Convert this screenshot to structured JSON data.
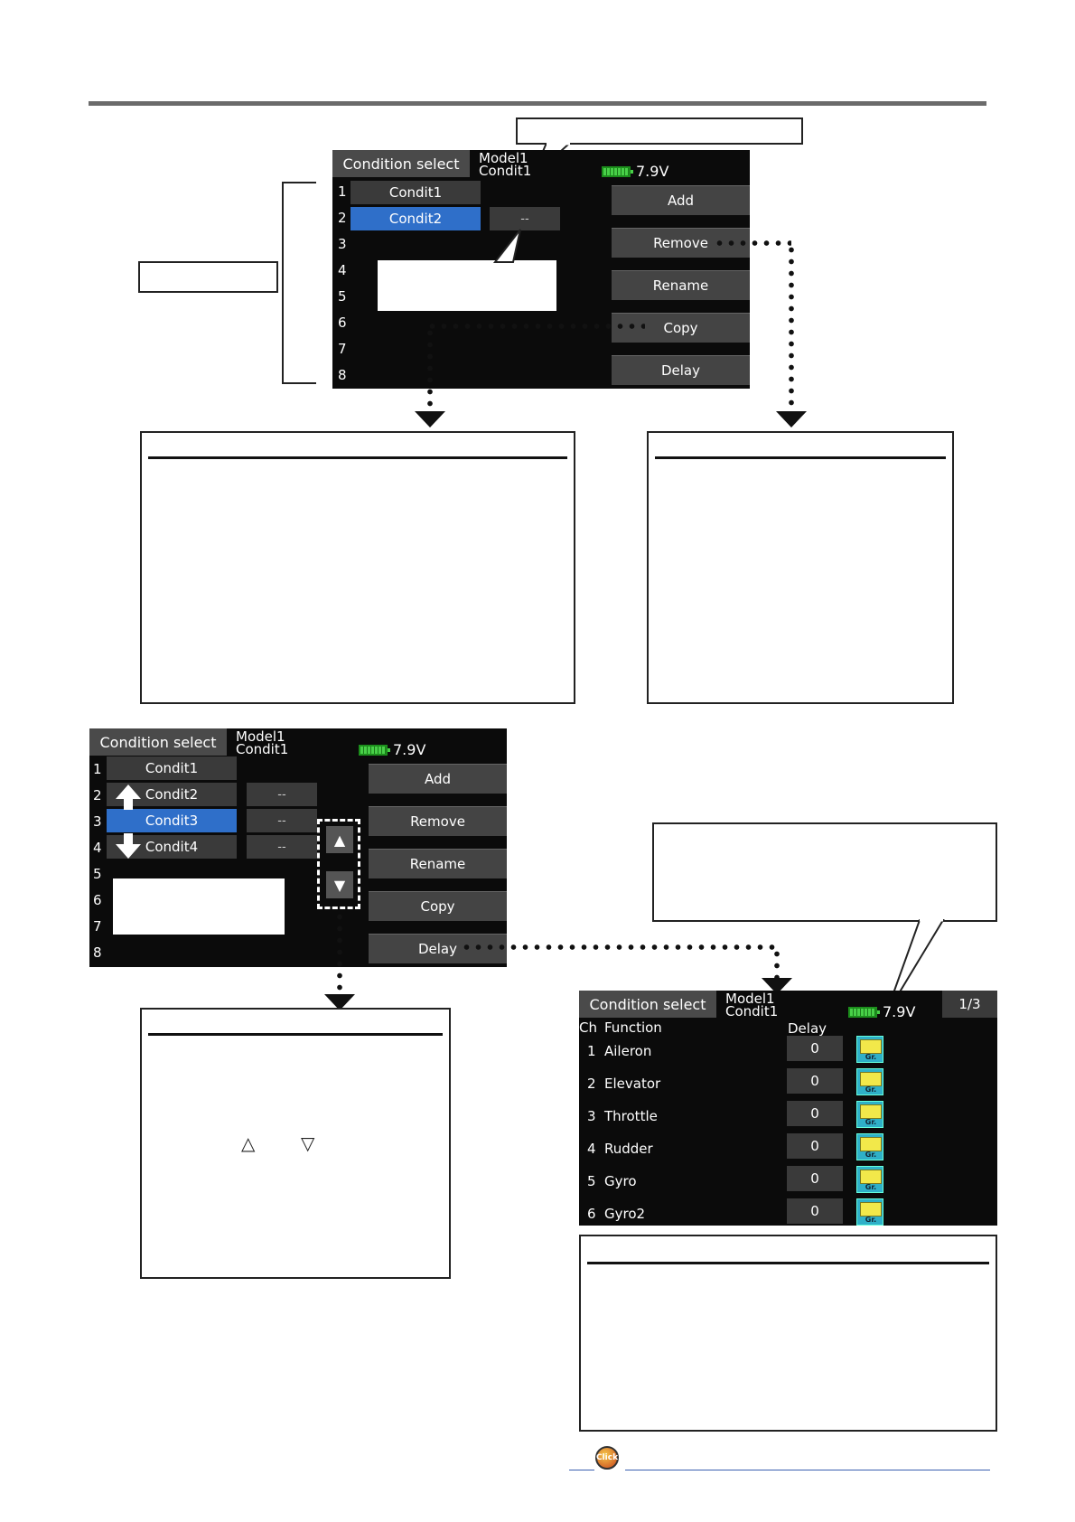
{
  "screen1": {
    "title": "Condition select",
    "model": "Model1",
    "condition": "Condit1",
    "battery": "7.9V",
    "rows": [
      "1",
      "2",
      "3",
      "4",
      "5",
      "6",
      "7",
      "8"
    ],
    "conditions": [
      "Condit1",
      "Condit2"
    ],
    "priority": "--",
    "buttons": {
      "add": "Add",
      "remove": "Remove",
      "rename": "Rename",
      "copy": "Copy",
      "delay": "Delay"
    }
  },
  "screen2": {
    "title": "Condition select",
    "model": "Model1",
    "condition": "Condit1",
    "battery": "7.9V",
    "rows": [
      "1",
      "2",
      "3",
      "4",
      "5",
      "6",
      "7",
      "8"
    ],
    "conditions": [
      "Condit1",
      "Condit2",
      "Condit3",
      "Condit4"
    ],
    "priorities": [
      "--",
      "--",
      "--"
    ],
    "up_arrow": "▲",
    "down_arrow": "▼",
    "buttons": {
      "add": "Add",
      "remove": "Remove",
      "rename": "Rename",
      "copy": "Copy",
      "delay": "Delay"
    }
  },
  "priority_box": {
    "up_symbol": "△",
    "down_symbol": "▽"
  },
  "screen3": {
    "title": "Condition select",
    "model": "Model1",
    "condition": "Condit1",
    "battery": "7.9V",
    "page": "1/3",
    "headers": {
      "ch": "Ch",
      "function": "Function",
      "delay": "Delay"
    },
    "rows": [
      {
        "ch": "1",
        "function": "Aileron",
        "delay": "0"
      },
      {
        "ch": "2",
        "function": "Elevator",
        "delay": "0"
      },
      {
        "ch": "3",
        "function": "Throttle",
        "delay": "0"
      },
      {
        "ch": "4",
        "function": "Rudder",
        "delay": "0"
      },
      {
        "ch": "5",
        "function": "Gyro",
        "delay": "0"
      },
      {
        "ch": "6",
        "function": "Gyro2",
        "delay": "0"
      }
    ],
    "group_label": "Gr."
  },
  "footer": {
    "click_label": "Click"
  }
}
